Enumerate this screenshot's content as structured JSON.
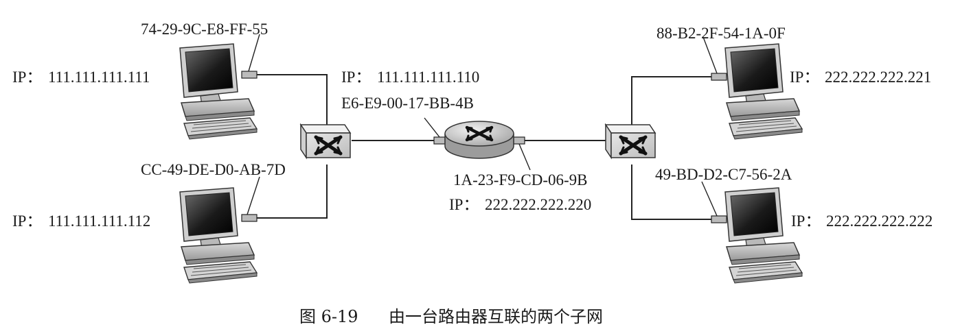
{
  "hosts": {
    "top_left": {
      "mac": "74-29-9C-E8-FF-55",
      "ip_label": "IP：",
      "ip": "111.111.111.111"
    },
    "bottom_left": {
      "mac": "CC-49-DE-D0-AB-7D",
      "ip_label": "IP：",
      "ip": "111.111.111.112"
    },
    "top_right": {
      "mac": "88-B2-2F-54-1A-0F",
      "ip_label": "IP：",
      "ip": "222.222.222.221"
    },
    "bottom_right": {
      "mac": "49-BD-D2-C7-56-2A",
      "ip_label": "IP：",
      "ip": "222.222.222.222"
    }
  },
  "router": {
    "left_iface": {
      "ip_label": "IP：",
      "ip": "111.111.111.110",
      "mac": "E6-E9-00-17-BB-4B"
    },
    "right_iface": {
      "mac": "1A-23-F9-CD-06-9B",
      "ip_label": "IP：",
      "ip": "222.222.222.220"
    }
  },
  "caption": {
    "figure_number": "图 6-19",
    "text": "由一台路由器互联的两个子网"
  }
}
